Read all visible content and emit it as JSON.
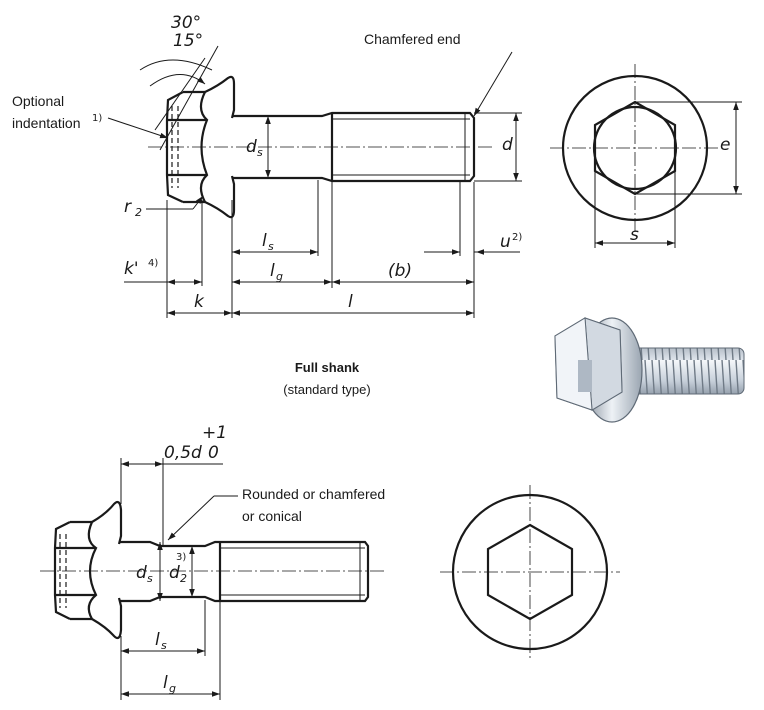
{
  "top_view": {
    "angle_30": "30°",
    "angle_15": "15°",
    "chamfered_end": "Chamfered end",
    "optional_indentation": "Optional indentation",
    "optional_indentation_line1": "Optional",
    "optional_indentation_line2": "indentation",
    "note_1": "1)",
    "r2_symbol": "r",
    "r2_sub": "2",
    "ds_symbol": "d",
    "ds_sub": "s",
    "d_symbol": "d",
    "e_symbol": "e",
    "s_symbol": "s",
    "ls_symbol": "l",
    "ls_sub": "s",
    "lg_symbol": "l",
    "lg_sub": "g",
    "b_symbol": "(b)",
    "l_symbol": "l",
    "k_symbol": "k",
    "kprime_symbol": "k'",
    "note_4": "4)",
    "u_symbol": "u",
    "note_2": "2)"
  },
  "caption": {
    "title": "Full shank",
    "subtitle": "(standard type)"
  },
  "bottom_view": {
    "dim_half_d": "0,5d",
    "tol_plus": "+1",
    "tol_zero": "0",
    "rounded_line1": "Rounded or chamfered",
    "rounded_line2": "or conical",
    "ds_symbol": "d",
    "ds_sub": "s",
    "d2_symbol": "d",
    "d2_sub": "2",
    "note_3": "3)",
    "ls_symbol": "l",
    "ls_sub": "s",
    "lg_symbol": "l",
    "lg_sub": "g"
  },
  "colors": {
    "line": "#1a1a1a",
    "steel_light": "#e9eef4",
    "steel_mid": "#b9c3cf",
    "steel_dark": "#7c8794"
  }
}
